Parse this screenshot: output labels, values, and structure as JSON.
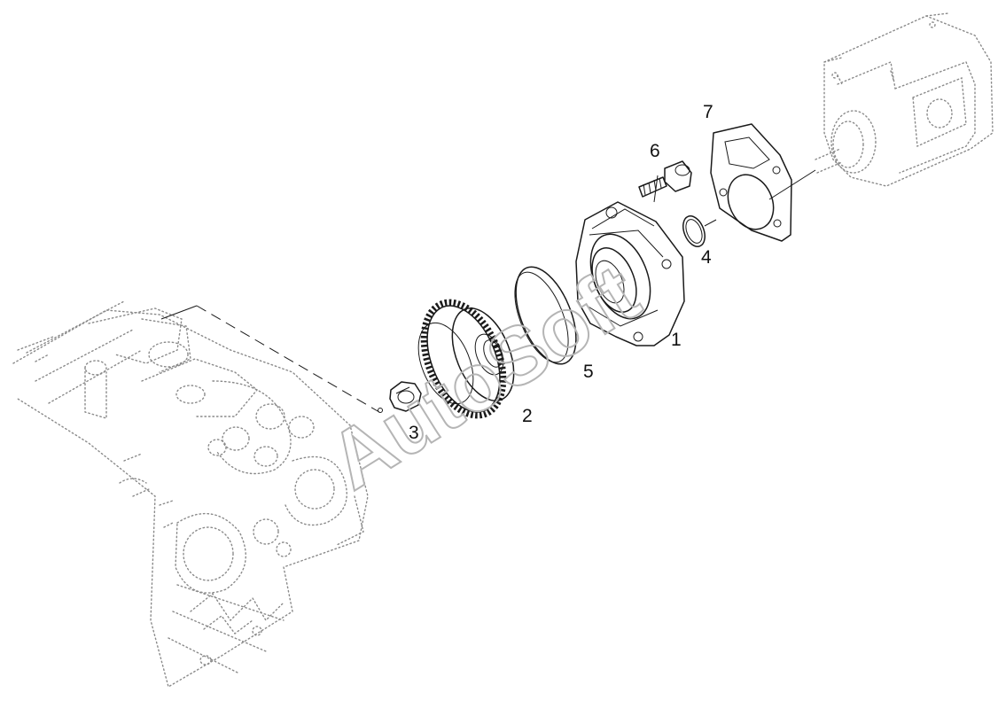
{
  "watermark": "AutoSoft",
  "callouts": [
    {
      "id": "1",
      "text": "1"
    },
    {
      "id": "2",
      "text": "2"
    },
    {
      "id": "3",
      "text": "3"
    },
    {
      "id": "4",
      "text": "4"
    },
    {
      "id": "5",
      "text": "5"
    },
    {
      "id": "6",
      "text": "6"
    },
    {
      "id": "7",
      "text": "7"
    }
  ],
  "parts": [
    "engine-block",
    "nut",
    "gear",
    "o-ring-seal",
    "drive-housing",
    "plug",
    "washer",
    "gasket",
    "hydraulic-pump"
  ],
  "colors": {
    "line": "#1a1a1a",
    "ghost": "#8a8a8a",
    "watermark": "#b5b5b5"
  }
}
